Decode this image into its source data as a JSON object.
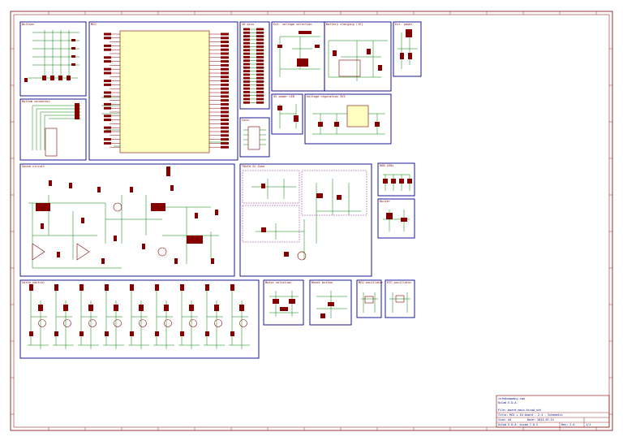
{
  "sheet": {
    "colors": {
      "frame": "#840000",
      "block_border": "#00008a",
      "wire": "#008400",
      "label": "#008484",
      "ic_fill": "#ffffc2",
      "component": "#840000"
    },
    "blocks": [
      {
        "id": "buttons",
        "title": "Buttons"
      },
      {
        "id": "mcu",
        "title": "MCU"
      },
      {
        "id": "io",
        "title": "IO pins"
      },
      {
        "id": "volt_sel",
        "title": "Ext. voltage selection"
      },
      {
        "id": "batt",
        "title": "Battery charging (1S)"
      },
      {
        "id": "extra",
        "title": "Ext. power"
      },
      {
        "id": "bottom_conn",
        "title": "Bottom connector"
      },
      {
        "id": "conn",
        "title": "Conn."
      },
      {
        "id": "power_led",
        "title": "5V power LED"
      },
      {
        "id": "vreg",
        "title": "Voltage regulation 3V3"
      },
      {
        "id": "sound",
        "title": "Sound circuit"
      },
      {
        "id": "touch",
        "title": "TOUCH IC Zone"
      },
      {
        "id": "rgb",
        "title": "RGB LEDs"
      },
      {
        "id": "buzzer",
        "title": "Buzzer"
      },
      {
        "id": "servo",
        "title": "Servo control"
      },
      {
        "id": "motor",
        "title": "Motor selection"
      },
      {
        "id": "reset",
        "title": "Reset button"
      },
      {
        "id": "mic",
        "title": "MCU oscillator"
      },
      {
        "id": "osc",
        "title": "RTC oscillator"
      }
    ],
    "title_block": {
      "line1": "info@company.com",
      "line2": "KiCad E.D.A.",
      "line3": "File: board_main.kicad_sch",
      "line4": "Title: MCU + IO board - 2.4 - Schematic",
      "line5": "Size: A4",
      "line6": "Date: 2023-07-15",
      "line7": "KiCad E.D.A.  kicad 7.0.2",
      "sheet": "1/1",
      "rev": "Rev: 2.4",
      "id": "Id: 1/1"
    }
  }
}
